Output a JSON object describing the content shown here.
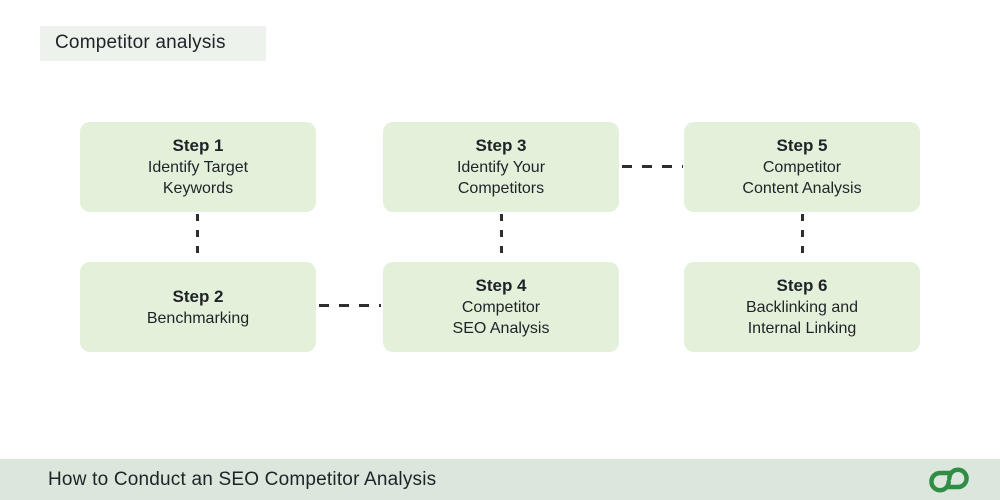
{
  "page": {
    "title": "Competitor analysis"
  },
  "diagram": {
    "steps": [
      {
        "label": "Step 1",
        "body": "Identify Target\nKeywords"
      },
      {
        "label": "Step 2",
        "body": "Benchmarking"
      },
      {
        "label": "Step 3",
        "body": "Identify Your\nCompetitors"
      },
      {
        "label": "Step 4",
        "body": "Competitor\nSEO Analysis"
      },
      {
        "label": "Step 5",
        "body": "Competitor\nContent Analysis"
      },
      {
        "label": "Step 6",
        "body": "Backlinking and\nInternal Linking"
      }
    ],
    "connections": [
      {
        "from": "Step 1",
        "to": "Step 2",
        "direction": "vertical"
      },
      {
        "from": "Step 2",
        "to": "Step 4",
        "direction": "horizontal"
      },
      {
        "from": "Step 3",
        "to": "Step 4",
        "direction": "vertical"
      },
      {
        "from": "Step 3",
        "to": "Step 5",
        "direction": "horizontal"
      },
      {
        "from": "Step 5",
        "to": "Step 6",
        "direction": "vertical"
      }
    ]
  },
  "footer": {
    "caption": "How to Conduct an SEO Competitor Analysis",
    "logo": "geeksforgeeks-logo"
  },
  "colors": {
    "box_bg": "#e3f0da",
    "footer_bg": "#dbe6dc",
    "title_highlight": "#edf2ec",
    "brand_green": "#2f8d46",
    "text": "#1f2328",
    "connector": "#2e2e2e"
  }
}
